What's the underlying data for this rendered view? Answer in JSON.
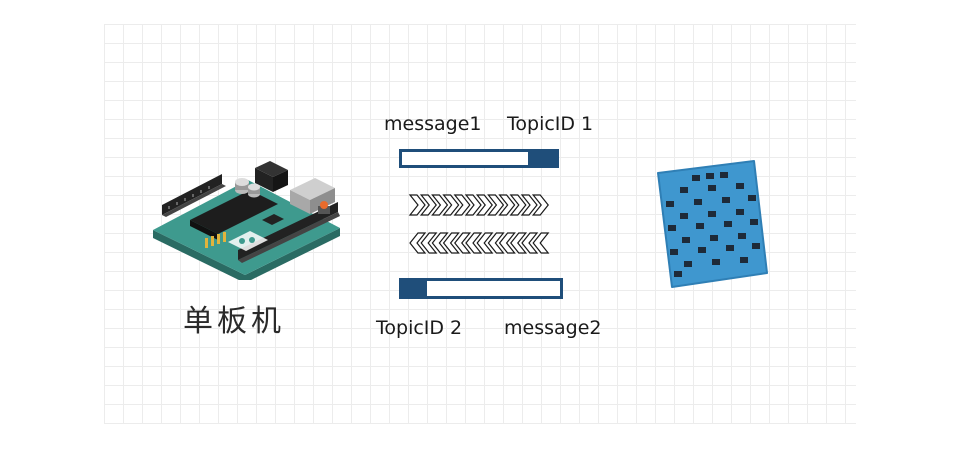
{
  "labels": {
    "message1": "message1",
    "topic1": "TopicID 1",
    "topic2": "TopicID 2",
    "message2": "message2",
    "board": "单板机"
  },
  "bars": {
    "top": {
      "fill": 0.18,
      "fill_side": "right"
    },
    "bottom": {
      "fill": 0.16,
      "fill_side": "left"
    }
  },
  "arrows": {
    "top": {
      "direction": "right",
      "count": 12
    },
    "bottom": {
      "direction": "left",
      "count": 12
    }
  },
  "icons": {
    "board": "single-board-computer-icon",
    "sensor": "sensor-module-icon"
  },
  "colors": {
    "bar": "#1f4e7a",
    "board": "#3e9a8e",
    "sensor": "#3f97cf"
  }
}
